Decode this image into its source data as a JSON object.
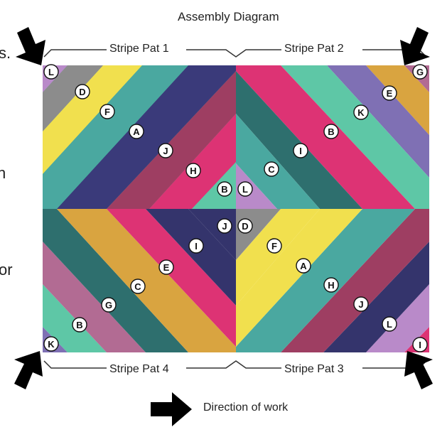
{
  "title": "Assembly Diagram",
  "stripe_patterns": {
    "top_left": "Stripe Pat 1",
    "top_right": "Stripe Pat 2",
    "bottom_left": "Stripe Pat 4",
    "bottom_right": "Stripe Pat 3"
  },
  "direction_label": "Direction of work",
  "cut_text": [
    "s.",
    "n",
    "or"
  ],
  "colors": {
    "A": "#f1e04e",
    "B": "#5ec7a6",
    "C": "#2e6f6e",
    "D": "#8c8c8c",
    "E": "#d9a440",
    "F": "#f1e04e",
    "G": "#b26b93",
    "H": "#9e3e62",
    "I": "#dd3374",
    "J": "#34346c",
    "K": "#7f70b4",
    "L": "#b98ac9",
    "teal": "#4aa8a0"
  },
  "labels": {
    "q1": [
      "L",
      "D",
      "F",
      "A",
      "J",
      "H",
      "B"
    ],
    "q2": [
      "G",
      "E",
      "K",
      "B",
      "I",
      "C",
      "L"
    ],
    "q3": [
      "J",
      "I",
      "E",
      "C",
      "G",
      "B",
      "K"
    ],
    "q4": [
      "D",
      "F",
      "A",
      "H",
      "J",
      "L",
      "I"
    ]
  },
  "icons": [
    "arrow-icon-top-left",
    "arrow-icon-top-right",
    "arrow-icon-bottom-left",
    "arrow-icon-bottom-right",
    "direction-arrow-icon"
  ]
}
